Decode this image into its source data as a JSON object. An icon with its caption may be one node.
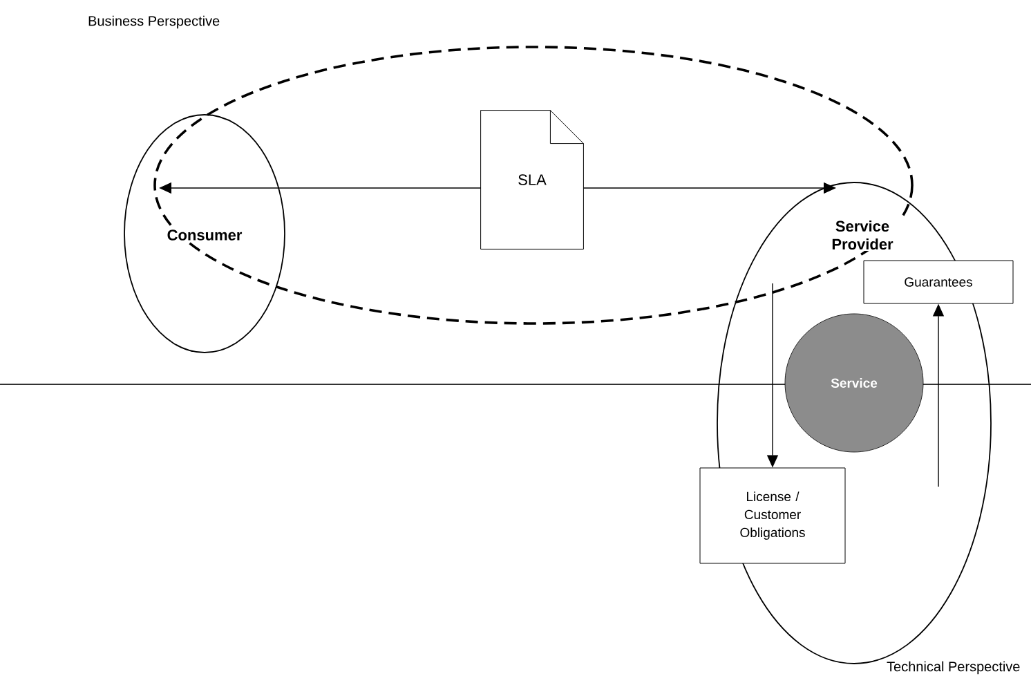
{
  "diagram": {
    "nodes": [
      {
        "text": [
          "Consumer"
        ]
      },
      {
        "text": [
          "Service Provider"
        ]
      },
      {
        "text": [
          "SLA"
        ]
      },
      {
        "text": [
          "Service"
        ],
        "in": 1
      },
      {
        "text": [
          "Guarantees"
        ]
      },
      {
        "text": [
          "License / Customer Obligations"
        ]
      }
    ],
    "edges": [
      {
        "from": 2,
        "to": 0,
        "arrow": "to"
      },
      {
        "from": 2,
        "to": 1,
        "arrow": "to"
      },
      {
        "from": null,
        "to": 5,
        "arrow": "to"
      },
      {
        "from": null,
        "to": 4,
        "arrow": "to"
      }
    ],
    "labels": [
      "Business Perspective",
      "Technical Perspective"
    ]
  }
}
